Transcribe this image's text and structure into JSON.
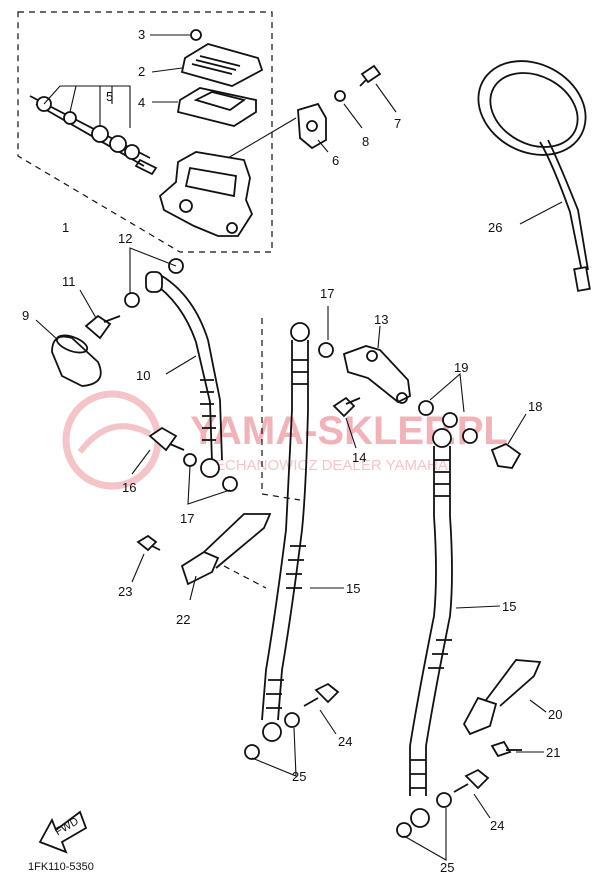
{
  "watermark": {
    "title": "YAMA-SKLEP.PL",
    "subtitle": "CIECHANOWICZ DEALER YAMAHA",
    "color": "#f2b3b8"
  },
  "diagram_code": "1FK110-5350",
  "fwd_label": "FWD",
  "callouts": {
    "c1": "1",
    "c2": "2",
    "c3": "3",
    "c4": "4",
    "c5": "5",
    "c6": "6",
    "c7": "7",
    "c8": "8",
    "c9": "9",
    "c10": "10",
    "c11": "11",
    "c12": "12",
    "c13": "13",
    "c14": "14",
    "c15a": "15",
    "c15b": "15",
    "c16": "16",
    "c17a": "17",
    "c17b": "17",
    "c18": "18",
    "c19": "19",
    "c20": "20",
    "c21": "21",
    "c22": "22",
    "c23": "23",
    "c24a": "24",
    "c24b": "24",
    "c25a": "25",
    "c25b": "25",
    "c26": "26"
  }
}
